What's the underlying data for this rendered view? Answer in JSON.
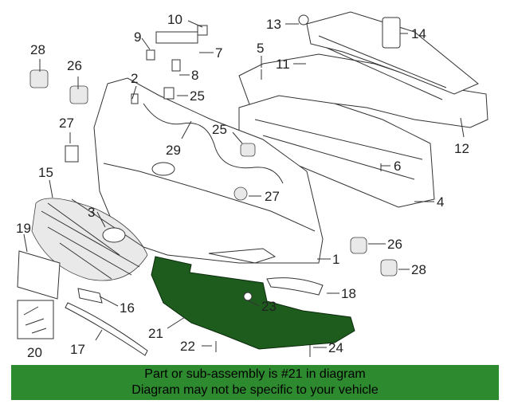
{
  "diagram": {
    "callouts": [
      "1",
      "2",
      "3",
      "4",
      "5",
      "6",
      "7",
      "8",
      "9",
      "10",
      "11",
      "12",
      "13",
      "14",
      "15",
      "16",
      "17",
      "18",
      "19",
      "20",
      "21",
      "22",
      "23",
      "24",
      "25",
      "25",
      "26",
      "26",
      "27",
      "27",
      "28",
      "28",
      "29"
    ],
    "highlight_color": "#1e5c1e"
  },
  "banner": {
    "line1": "Part or sub-assembly is #21 in diagram",
    "line2": "Diagram may not be specific to your vehicle",
    "color": "#2e8a2e"
  }
}
